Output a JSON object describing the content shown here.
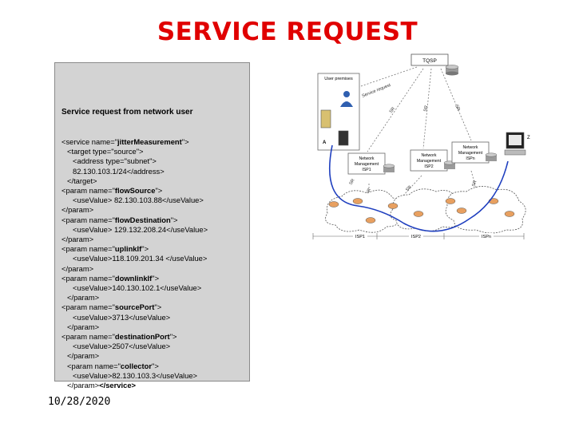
{
  "slide": {
    "title": "SERVICE REQUEST",
    "date": "10/28/2020"
  },
  "code_panel": {
    "heading": "Service request from network user",
    "lines": [
      {
        "indent": 0,
        "parts": [
          {
            "t": "<service name=\"",
            "b": false
          },
          {
            "t": "jitterMeasurement",
            "b": true
          },
          {
            "t": "\">",
            "b": false
          }
        ]
      },
      {
        "indent": 1,
        "parts": [
          {
            "t": "<target type=\"source\">",
            "b": false
          }
        ]
      },
      {
        "indent": 2,
        "parts": [
          {
            "t": "<address type=\"subnet\">",
            "b": false
          }
        ]
      },
      {
        "indent": 2,
        "parts": [
          {
            "t": "82.130.103.1/24</address>",
            "b": false
          }
        ]
      },
      {
        "indent": 1,
        "parts": [
          {
            "t": "</target>",
            "b": false
          }
        ]
      },
      {
        "indent": 0,
        "parts": [
          {
            "t": "<param name=\"",
            "b": false
          },
          {
            "t": "flowSource",
            "b": true
          },
          {
            "t": "\">",
            "b": false
          }
        ]
      },
      {
        "indent": 2,
        "parts": [
          {
            "t": "<useValue> 82.130.103.88</useValue>",
            "b": false
          }
        ]
      },
      {
        "indent": 0,
        "parts": [
          {
            "t": "</param>",
            "b": false
          }
        ]
      },
      {
        "indent": 0,
        "parts": [
          {
            "t": "<param name=\"",
            "b": false
          },
          {
            "t": "flowDestination",
            "b": true
          },
          {
            "t": "\">",
            "b": false
          }
        ]
      },
      {
        "indent": 2,
        "parts": [
          {
            "t": "<useValue> 129.132.208.24</useValue>",
            "b": false
          }
        ]
      },
      {
        "indent": 0,
        "parts": [
          {
            "t": "</param>",
            "b": false
          }
        ]
      },
      {
        "indent": 0,
        "parts": [
          {
            "t": "<param name=\"",
            "b": false
          },
          {
            "t": "uplinkIf",
            "b": true
          },
          {
            "t": "\">",
            "b": false
          }
        ]
      },
      {
        "indent": 2,
        "parts": [
          {
            "t": "<useValue>118.109.201.34 </useValue>",
            "b": false
          }
        ]
      },
      {
        "indent": 0,
        "parts": [
          {
            "t": "</param>",
            "b": false
          }
        ]
      },
      {
        "indent": 0,
        "parts": [
          {
            "t": "<param name=\"",
            "b": false
          },
          {
            "t": "downlinkIf",
            "b": true
          },
          {
            "t": "\">",
            "b": false
          }
        ]
      },
      {
        "indent": 2,
        "parts": [
          {
            "t": "<useValue>140.130.102.1</useValue>",
            "b": false
          }
        ]
      },
      {
        "indent": 1,
        "parts": [
          {
            "t": "</param>",
            "b": false
          }
        ]
      },
      {
        "indent": 0,
        "parts": [
          {
            "t": "<param name=\"",
            "b": false
          },
          {
            "t": "sourcePort",
            "b": true
          },
          {
            "t": "\">",
            "b": false
          }
        ]
      },
      {
        "indent": 2,
        "parts": [
          {
            "t": "<useValue>3713</useValue>",
            "b": false
          }
        ]
      },
      {
        "indent": 1,
        "parts": [
          {
            "t": "</param>",
            "b": false
          }
        ]
      },
      {
        "indent": 0,
        "parts": [
          {
            "t": "<param name=\"",
            "b": false
          },
          {
            "t": "destinationPort",
            "b": true
          },
          {
            "t": "\">",
            "b": false
          }
        ]
      },
      {
        "indent": 2,
        "parts": [
          {
            "t": "<useValue>2507</useValue>",
            "b": false
          }
        ]
      },
      {
        "indent": 1,
        "parts": [
          {
            "t": "</param>",
            "b": false
          }
        ]
      },
      {
        "indent": 1,
        "parts": [
          {
            "t": "<param name=\"",
            "b": false
          },
          {
            "t": "collector",
            "b": true
          },
          {
            "t": "\">",
            "b": false
          }
        ]
      },
      {
        "indent": 2,
        "parts": [
          {
            "t": "<useValue>82.130.103.3</useValue>",
            "b": false
          }
        ]
      },
      {
        "indent": 1,
        "parts": [
          {
            "t": "</param>",
            "b": false
          },
          {
            "t": "</service>",
            "b": true
          }
        ]
      }
    ]
  },
  "diagram": {
    "tqsp_label": "TQSP",
    "user_premises_label": "User premises",
    "service_request_label": "Service request",
    "sr_label": "SR",
    "node_a_label": "A",
    "node_z_label": "Z",
    "nm1_lines": [
      "Network",
      "Management",
      "ISP1"
    ],
    "nm2_lines": [
      "Network",
      "Management",
      "ISP2"
    ],
    "nmn_lines": [
      "Network",
      "Management",
      "ISPn"
    ],
    "isp1_label": "ISP1",
    "isp2_label": "ISP2",
    "ispn_label": "ISPn",
    "colors": {
      "flow_curve": "#1f3fbf",
      "router": "#e8a060",
      "cloud_stroke": "#555555"
    }
  }
}
